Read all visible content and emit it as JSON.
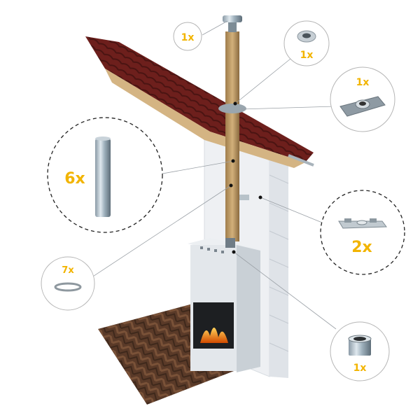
{
  "accent_color": "#f2b400",
  "parts": [
    {
      "id": "chimney-cap",
      "icon": "chimney-cap-icon",
      "quantity": "1x"
    },
    {
      "id": "storm-collar",
      "icon": "storm-collar-icon",
      "quantity": "1x"
    },
    {
      "id": "roof-flashing",
      "icon": "roof-flashing-icon",
      "quantity": "1x"
    },
    {
      "id": "pipe-section",
      "icon": "pipe-section-icon",
      "quantity": "6x"
    },
    {
      "id": "wall-bracket",
      "icon": "wall-bracket-icon",
      "quantity": "2x"
    },
    {
      "id": "pipe-clamp-ring",
      "icon": "clamp-ring-icon",
      "quantity": "7x"
    },
    {
      "id": "stove-adapter",
      "icon": "stove-adapter-icon",
      "quantity": "1x"
    }
  ]
}
